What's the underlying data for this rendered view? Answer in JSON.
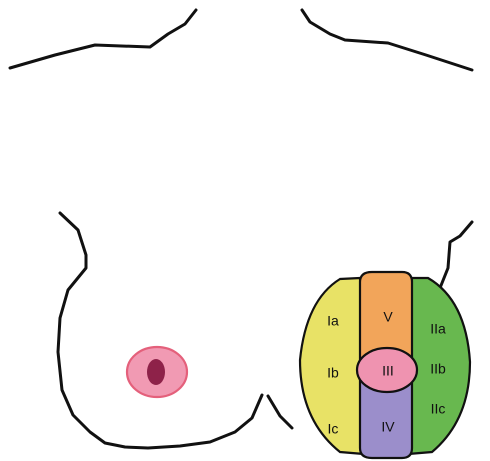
{
  "zones": {
    "Ia": {
      "label": "Ia",
      "color": "#e8e266"
    },
    "Ib": {
      "label": "Ib",
      "color": "#e8e266"
    },
    "Ic": {
      "label": "Ic",
      "color": "#e8e266"
    },
    "V": {
      "label": "V",
      "color": "#f2a55a"
    },
    "III": {
      "label": "III",
      "color": "#ef93b0"
    },
    "IV": {
      "label": "IV",
      "color": "#9b8ecb"
    },
    "IIa": {
      "label": "IIa",
      "color": "#68b84f"
    },
    "IIb": {
      "label": "IIb",
      "color": "#68b84f"
    },
    "IIc": {
      "label": "IIc",
      "color": "#68b84f"
    }
  },
  "areola_colors": {
    "areola": "#f19ab3",
    "areola_border": "#e4607b",
    "nipple": "#8e2249"
  }
}
